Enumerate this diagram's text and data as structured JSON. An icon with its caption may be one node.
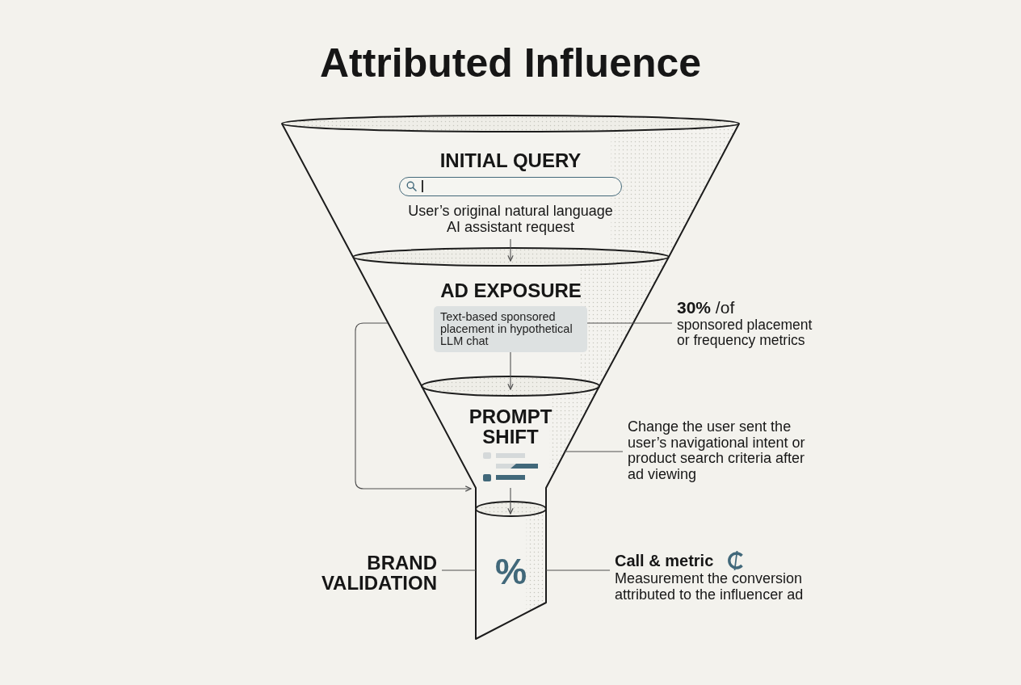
{
  "diagram": {
    "title": "Attributed Influence",
    "nodes": [
      {
        "text": [
          "INITIAL QUERY",
          "User’s original natural language AI assistant request"
        ]
      },
      {
        "text": [
          "AD EXPOSURE"
        ]
      },
      {
        "text": [
          "Text-based sponsored placement in hypothetical LLM chat"
        ],
        "in": 1
      },
      {
        "text": [
          "**30%** /of",
          "sponsored placement or frequency metrics"
        ]
      },
      {
        "text": [
          "PROMPT SHIFT"
        ]
      },
      {
        "text": [
          "Change the user sent the user’s navigational intent or product search criteria after ad viewing"
        ]
      },
      {
        "text": [
          "BRAND VALIDATION"
        ]
      },
      {
        "text": [
          "%"
        ]
      },
      {
        "text": [
          "Call & metric",
          "Measurement the conversion attributed to the influencer ad"
        ]
      }
    ],
    "edges": [
      {
        "from": 0,
        "to": 1,
        "arrow": "to"
      },
      {
        "from": 2,
        "to": 4,
        "arrow": "to"
      },
      {
        "from": 1,
        "to": 4,
        "arrow": "to"
      },
      {
        "from": 4,
        "to": 7,
        "arrow": "to"
      },
      {
        "from": 3,
        "to": 2,
        "arrow": "none"
      },
      {
        "from": 5,
        "to": 4,
        "arrow": "none"
      },
      {
        "from": 6,
        "to": 7,
        "arrow": "none"
      },
      {
        "from": 8,
        "to": 7,
        "arrow": "none"
      }
    ]
  }
}
